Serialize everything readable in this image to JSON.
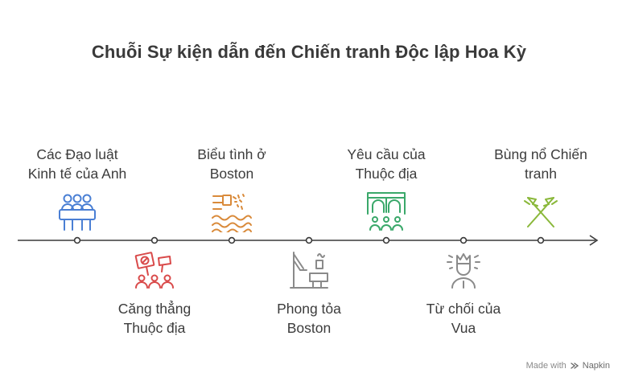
{
  "title": "Chuỗi Sự kiện dẫn đến Chiến tranh Độc lập Hoa Kỳ",
  "events": [
    {
      "line1": "Các Đạo luật",
      "line2": "Kinh tế của Anh",
      "icon": "people-meeting-icon",
      "color": "#4a7fd4"
    },
    {
      "line1": "Căng thẳng",
      "line2": "Thuộc địa",
      "icon": "protest-sign-icon",
      "color": "#d94a4a"
    },
    {
      "line1": "Biểu tình ở",
      "line2": "Boston",
      "icon": "tea-in-water-icon",
      "color": "#d98a3a"
    },
    {
      "line1": "Phong tỏa",
      "line2": "Boston",
      "icon": "harbor-ship-icon",
      "color": "#8a8a8a"
    },
    {
      "line1": "Yêu cầu của",
      "line2": "Thuộc địa",
      "icon": "assembly-hall-icon",
      "color": "#3aa86a"
    },
    {
      "line1": "Từ chối của",
      "line2": "Vua",
      "icon": "crowned-king-icon",
      "color": "#8a8a8a"
    },
    {
      "line1": "Bùng nổ Chiến",
      "line2": "tranh",
      "icon": "crossed-flags-icon",
      "color": "#8ab83a"
    }
  ],
  "watermark": {
    "prefix": "Made with",
    "brand": "Napkin"
  }
}
